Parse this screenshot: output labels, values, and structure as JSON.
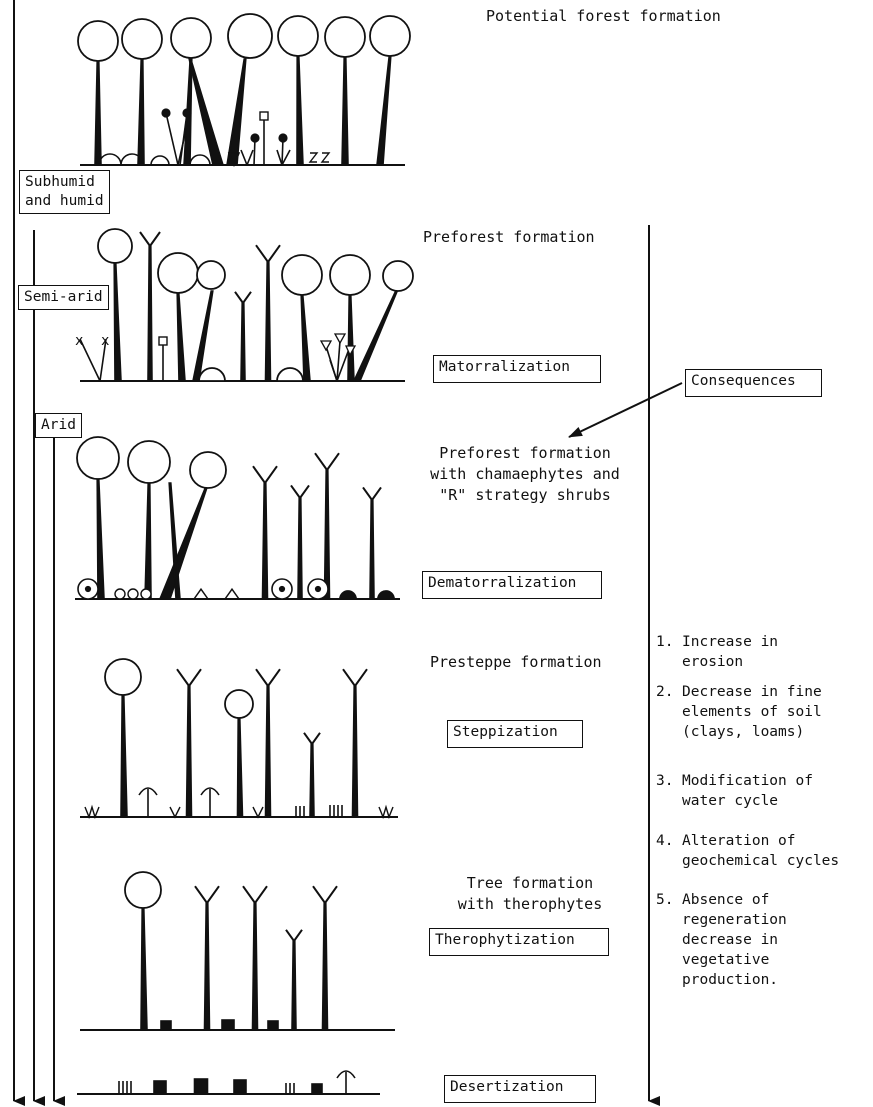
{
  "climate_zones": {
    "subhumid": "Subhumid\nand humid",
    "semiarid": "Semi-arid",
    "arid": "Arid"
  },
  "formations": {
    "potential": "Potential forest formation",
    "preforest": "Preforest formation",
    "preforest_chamaephytes": "Preforest formation\nwith chamaephytes and\n\"R\" strategy shrubs",
    "presteppe": "Presteppe formation",
    "tree_therophytes": "Tree formation\nwith therophytes"
  },
  "processes": {
    "matorralization": "Matorralization",
    "dematorralization": "Dematorralization",
    "steppization": "Steppization",
    "therophytization": "Therophytization",
    "desertization": "Desertization"
  },
  "consequences": {
    "title": "Consequences",
    "items": [
      {
        "num": "1.",
        "text": "Increase in\nerosion"
      },
      {
        "num": "2.",
        "text": "Decrease in fine\nelements of soil\n(clays, loams)"
      },
      {
        "num": "3.",
        "text": "Modification of\nwater cycle"
      },
      {
        "num": "4.",
        "text": "Alteration of\ngeochemical cycles"
      },
      {
        "num": "5.",
        "text": "Absence of\nregeneration\ndecrease in\nvegetative\nproduction."
      }
    ]
  },
  "colors": {
    "ink": "#111111",
    "background": "#ffffff"
  }
}
